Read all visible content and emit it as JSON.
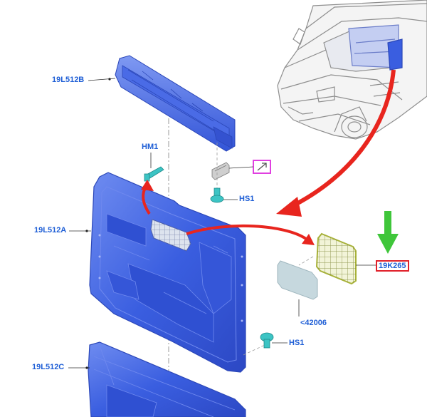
{
  "diagram": {
    "labels": {
      "upper_panel": "19L512B",
      "main_panel": "19L512A",
      "lower_panel": "19L512C",
      "clip_upper": "HM1",
      "screw_upper": "HS1",
      "screw_lower": "HS1",
      "window_glass": "<42006",
      "window_grille": "19K265"
    },
    "colors": {
      "panel_blue": "#3a5ee0",
      "panel_edge": "#2b47b8",
      "grille": "#c9d36a",
      "glass": "#c6d8de",
      "arrow_red": "#e8251e",
      "arrow_green": "#3fc63a",
      "callout_text": "#1f5fd6",
      "highlight_box": "#e0202a",
      "view_icon": "#e040e0",
      "fastener_teal": "#3cc4c4"
    },
    "icons": [
      "van-illustration",
      "view-detail-icon",
      "window-grille",
      "window-glass"
    ]
  }
}
